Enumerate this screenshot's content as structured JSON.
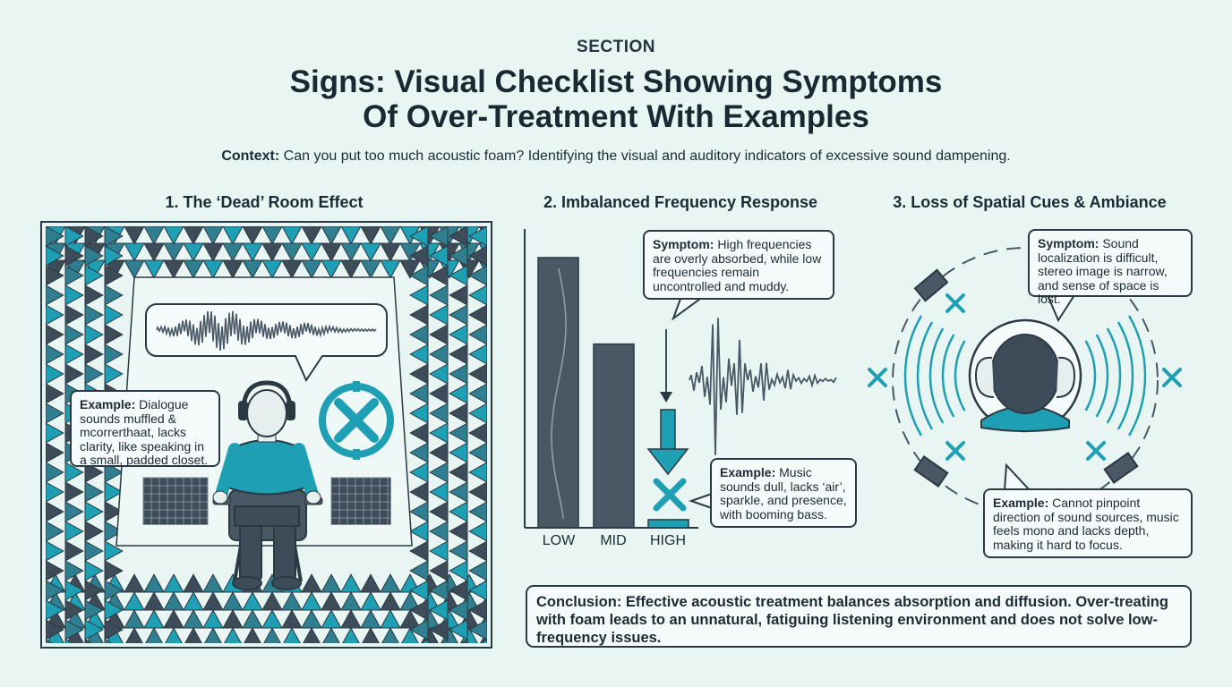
{
  "header": {
    "section_label": "SECTION",
    "title_line1": "Signs: Visual Checklist Showing Symptoms",
    "title_line2": "Of Over-Treatment With Examples",
    "context_label": "Context:",
    "context_text": "Can you put too much acoustic foam? Identifying the visual and auditory indicators of excessive sound dampening."
  },
  "panels": [
    {
      "title": "1. The ‘Dead’ Room Effect",
      "example_label": "Example:",
      "example_text": "Dialogue sounds muffled & mcorrerthaat, lacks clarity, like speaking in a small, padded closet."
    },
    {
      "title": "2. Imbalanced Frequency Response",
      "symptom_label": "Symptom:",
      "symptom_text": "High frequencies are overly absorbed, while low frequencies remain uncontrolled and muddy.",
      "example_label": "Example:",
      "example_text": "Music sounds dull, lacks ‘air’, sparkle, and presence, with booming bass.",
      "bars": [
        {
          "label": "LOW",
          "level": 1.0
        },
        {
          "label": "MID",
          "level": 0.68
        },
        {
          "label": "HIGH",
          "level": 0.03
        }
      ]
    },
    {
      "title": "3. Loss of Spatial Cues & Ambiance",
      "symptom_label": "Symptom:",
      "symptom_text": "Sound localization is difficult, stereo image is narrow, and sense of space is lost.",
      "example_label": "Example:",
      "example_text": "Cannot pinpoint direction of sound sources, music feels mono and lacks depth, making it hard to focus."
    }
  ],
  "conclusion": {
    "text": "Conclusion: Effective acoustic treatment balances absorption and diffusion. Over-treating with foam leads to an unnatural, fatiguing listening environment and does not solve low-frequency issues."
  },
  "colors": {
    "teal": "#1e9fb4",
    "dark": "#2b3942",
    "slate": "#4a5866",
    "background": "#e9f5f3"
  }
}
